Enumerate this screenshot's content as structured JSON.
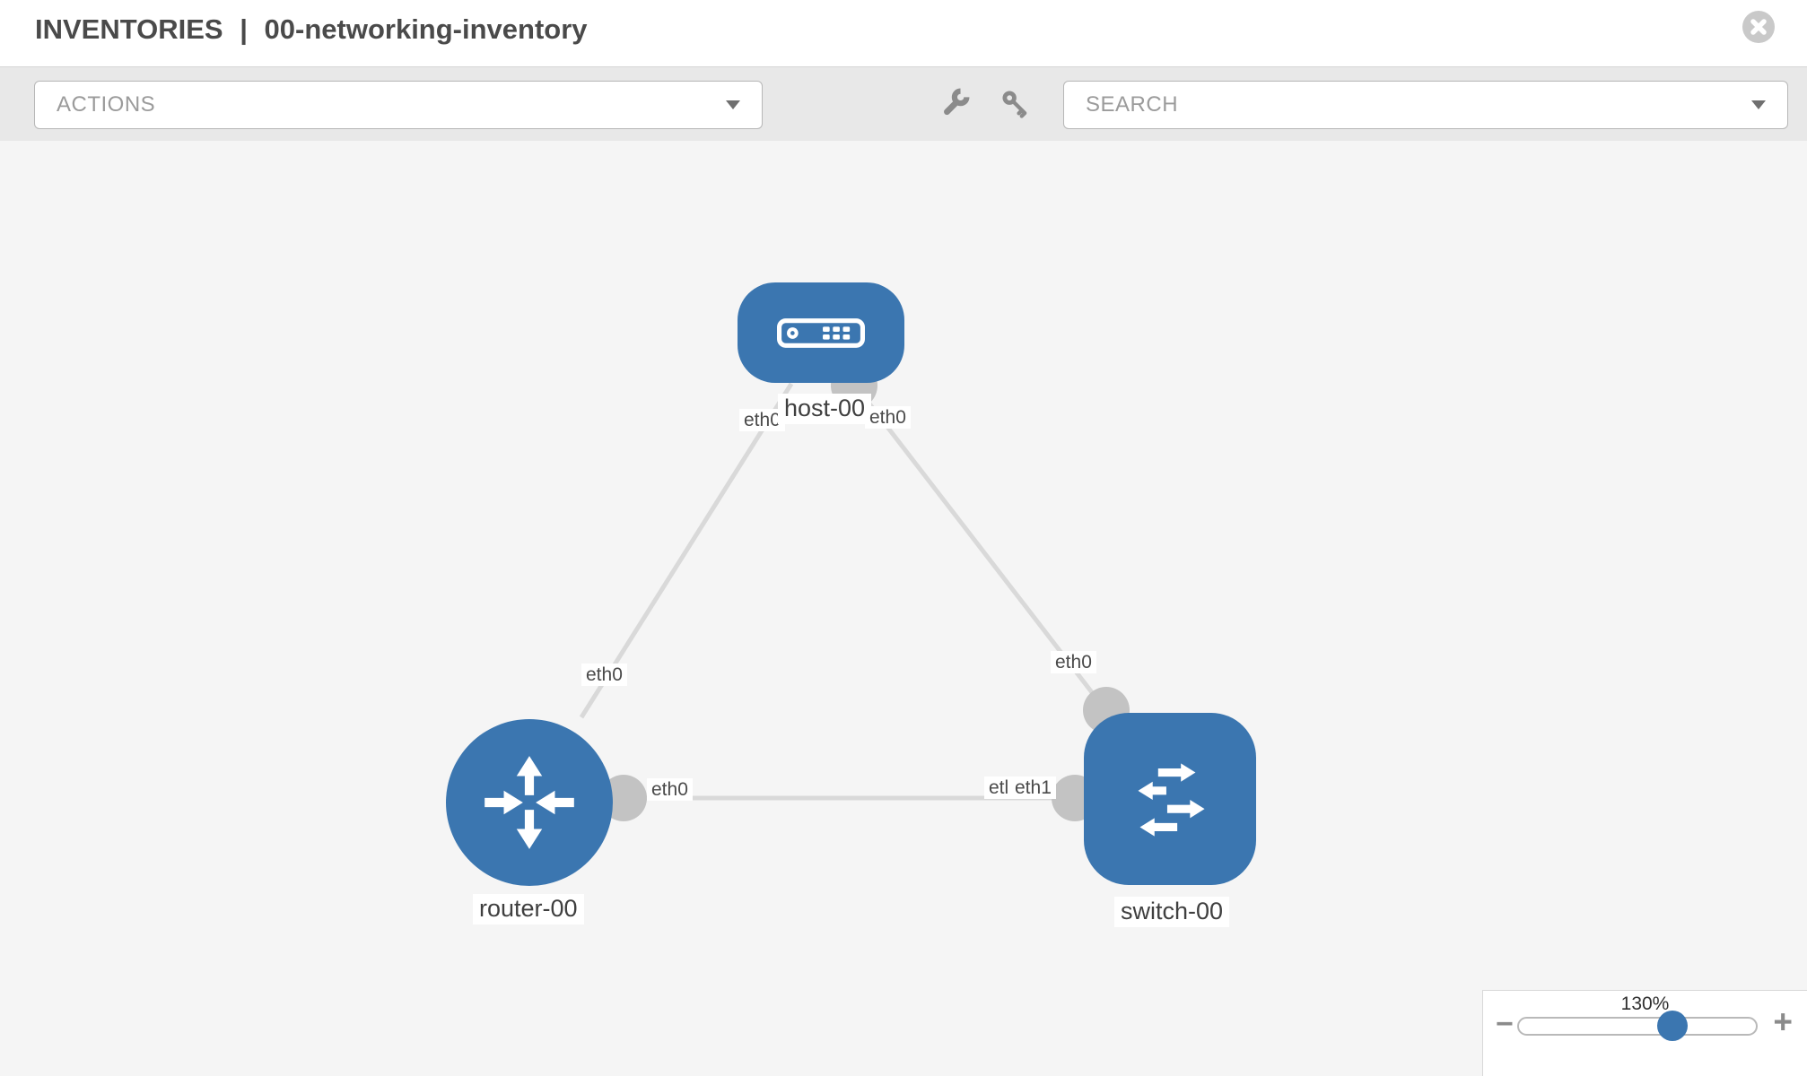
{
  "header": {
    "section": "INVENTORIES",
    "separator": "|",
    "inventory_name": "00-networking-inventory"
  },
  "toolbar": {
    "actions_dropdown": {
      "label": "ACTIONS"
    },
    "search_dropdown": {
      "label": "SEARCH"
    },
    "tools": [
      {
        "icon": "wrench-icon"
      },
      {
        "icon": "key-icon"
      }
    ]
  },
  "graph": {
    "nodes": [
      {
        "id": "host-00",
        "label": "host-00",
        "type": "host",
        "icon": "server-icon"
      },
      {
        "id": "router-00",
        "label": "router-00",
        "type": "router",
        "icon": "router-arrows-icon"
      },
      {
        "id": "switch-00",
        "label": "switch-00",
        "type": "switch",
        "icon": "switch-arrows-icon"
      }
    ],
    "links": [
      {
        "source": "host-00",
        "target": "router-00",
        "source_interface": "eth0",
        "target_interface": "eth0"
      },
      {
        "source": "host-00",
        "target": "switch-00",
        "source_interface": "eth0",
        "target_interface": "eth0"
      },
      {
        "source": "router-00",
        "target": "switch-00",
        "source_interface": "eth0",
        "target_interface": "eth1",
        "overlapped_label": "etl"
      }
    ]
  },
  "zoom_control": {
    "value": "130%",
    "minus": "−",
    "plus": "+"
  },
  "colors": {
    "node_blue": "#3b76b0",
    "link_gray": "#d9d9d9",
    "endpoint_gray": "#c3c3c3",
    "toolbar_bg": "#e8e8e8",
    "canvas_bg": "#f5f5f5",
    "title_text": "#4a4a4a"
  }
}
